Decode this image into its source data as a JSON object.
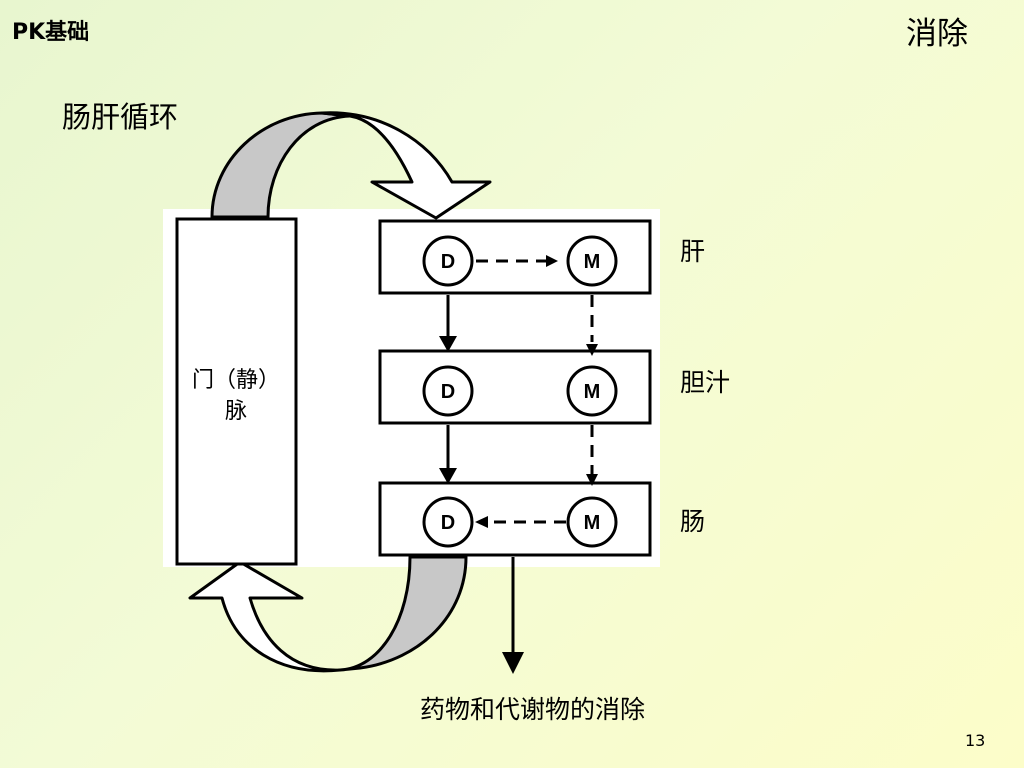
{
  "header": {
    "brand": "PK基础",
    "section_title": "消除"
  },
  "diagram": {
    "title": "肠肝循环",
    "portal_vein_label_line1": "门（静）",
    "portal_vein_label_line2": "脉",
    "organs": {
      "liver": "肝",
      "bile": "胆汁",
      "intestine": "肠"
    },
    "nodes": {
      "drug": "D",
      "metabolite": "M"
    },
    "caption": "药物和代谢物的消除"
  },
  "footer": {
    "page_number": "13"
  }
}
